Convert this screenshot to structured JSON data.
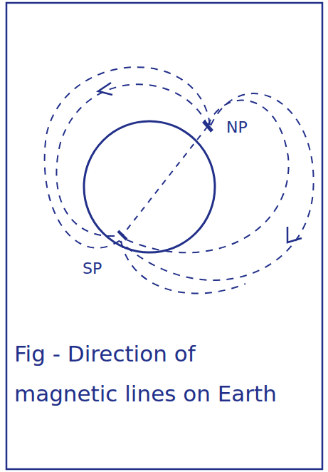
{
  "diagram": {
    "caption": "Fig - Direction of magnetic lines on Earth",
    "labels": [
      "NP",
      "SP"
    ]
  }
}
